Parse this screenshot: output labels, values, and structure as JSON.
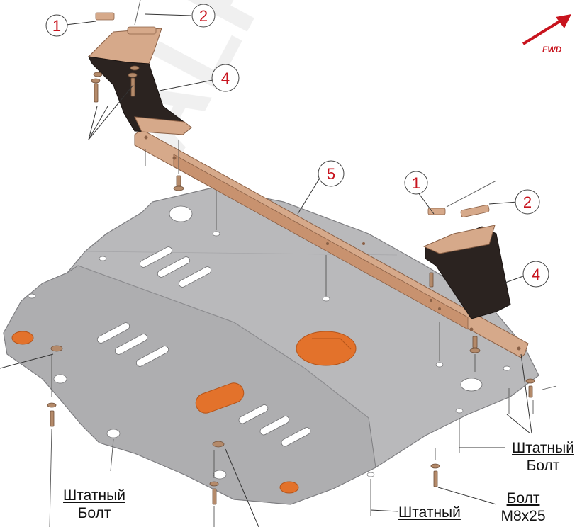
{
  "callouts": {
    "left_bracket_bolt": "1",
    "left_bracket_plate": "2",
    "left_bracket": "4",
    "crossbar": "5",
    "right_bracket_bolt": "1",
    "right_bracket_plate": "2",
    "right_bracket": "4"
  },
  "direction": {
    "label": "FWD",
    "color": "#c8141e"
  },
  "labels": {
    "stock_bolt_left": [
      "Штатный",
      "Болт"
    ],
    "stock_bolt_right": [
      "Штатный",
      "Болт"
    ],
    "stock_bolt_bottom": "Штатный",
    "bolt_m8": [
      "Болт",
      "M8x25"
    ]
  },
  "watermark": "ALF eco",
  "colors": {
    "plate": "#b9b9bb",
    "plate_dark": "#a9a9ab",
    "bracket_copper": "#d6a98a",
    "bracket_dark": "#2b2320",
    "hatch": "#e3722b",
    "callout": "#c8141e"
  }
}
